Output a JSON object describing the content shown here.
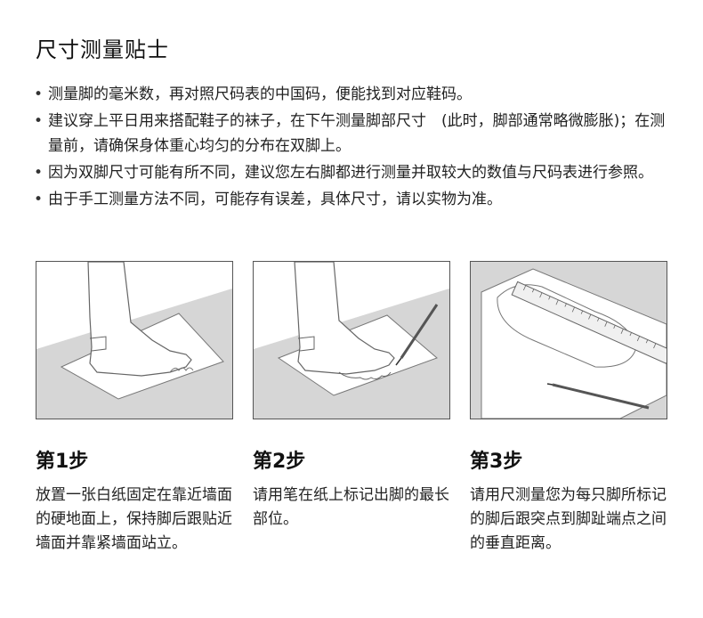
{
  "title": "尺寸测量贴士",
  "bullet_symbol": "•",
  "tips": [
    "测量脚的毫米数，再对照尺码表的中国码，便能找到对应鞋码。",
    "建议穿上平日用来搭配鞋子的袜子，在下午测量脚部尺寸　(此时，脚部通常略微膨胀)；在测量前，请确保身体重心均匀的分布在双脚上。",
    "因为双脚尺寸可能有所不同，建议您左右脚都进行测量并取较大的数值与尺码表进行参照。",
    "由于手工测量方法不同，可能存有误差，具体尺寸，请以实物为准。"
  ],
  "steps": [
    {
      "title": "第1步",
      "desc": "放置一张白纸固定在靠近墙面的硬地面上，保持脚后跟贴近墙面并靠紧墙面站立。"
    },
    {
      "title": "第2步",
      "desc": "请用笔在纸上标记出脚的最长部位。"
    },
    {
      "title": "第3步",
      "desc": "请用尺测量您为每只脚所标记的脚后跟突点到脚趾端点之间的垂直距离。"
    }
  ],
  "colors": {
    "wall_shade": "#d6d6d6",
    "line": "#555555"
  }
}
